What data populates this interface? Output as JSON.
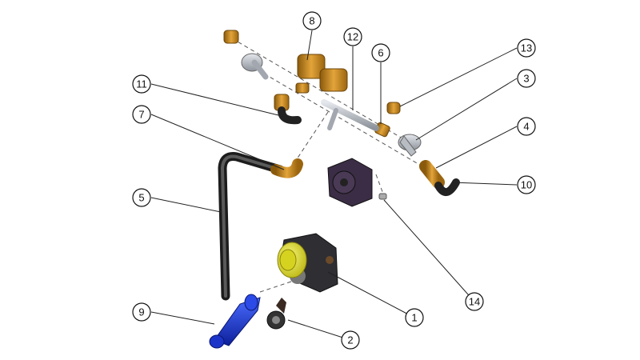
{
  "callouts": [
    {
      "id": "c1",
      "label": "1"
    },
    {
      "id": "c2",
      "label": "2"
    },
    {
      "id": "c3",
      "label": "3"
    },
    {
      "id": "c4",
      "label": "4"
    },
    {
      "id": "c5",
      "label": "5"
    },
    {
      "id": "c6",
      "label": "6"
    },
    {
      "id": "c7",
      "label": "7"
    },
    {
      "id": "c8",
      "label": "8"
    },
    {
      "id": "c9",
      "label": "9"
    },
    {
      "id": "c10",
      "label": "10"
    },
    {
      "id": "c11",
      "label": "11"
    },
    {
      "id": "c12",
      "label": "12"
    },
    {
      "id": "c13",
      "label": "13"
    },
    {
      "id": "c14",
      "label": "14"
    }
  ],
  "colors": {
    "hose_dark": "#3a3a3a",
    "hose_orange": "#c9871a",
    "blue_fitting": "#1f3fd6",
    "pulley_yellow": "#e6e21c",
    "metal_grey": "#9aa0a8",
    "pump_body": "#2e2e33"
  }
}
